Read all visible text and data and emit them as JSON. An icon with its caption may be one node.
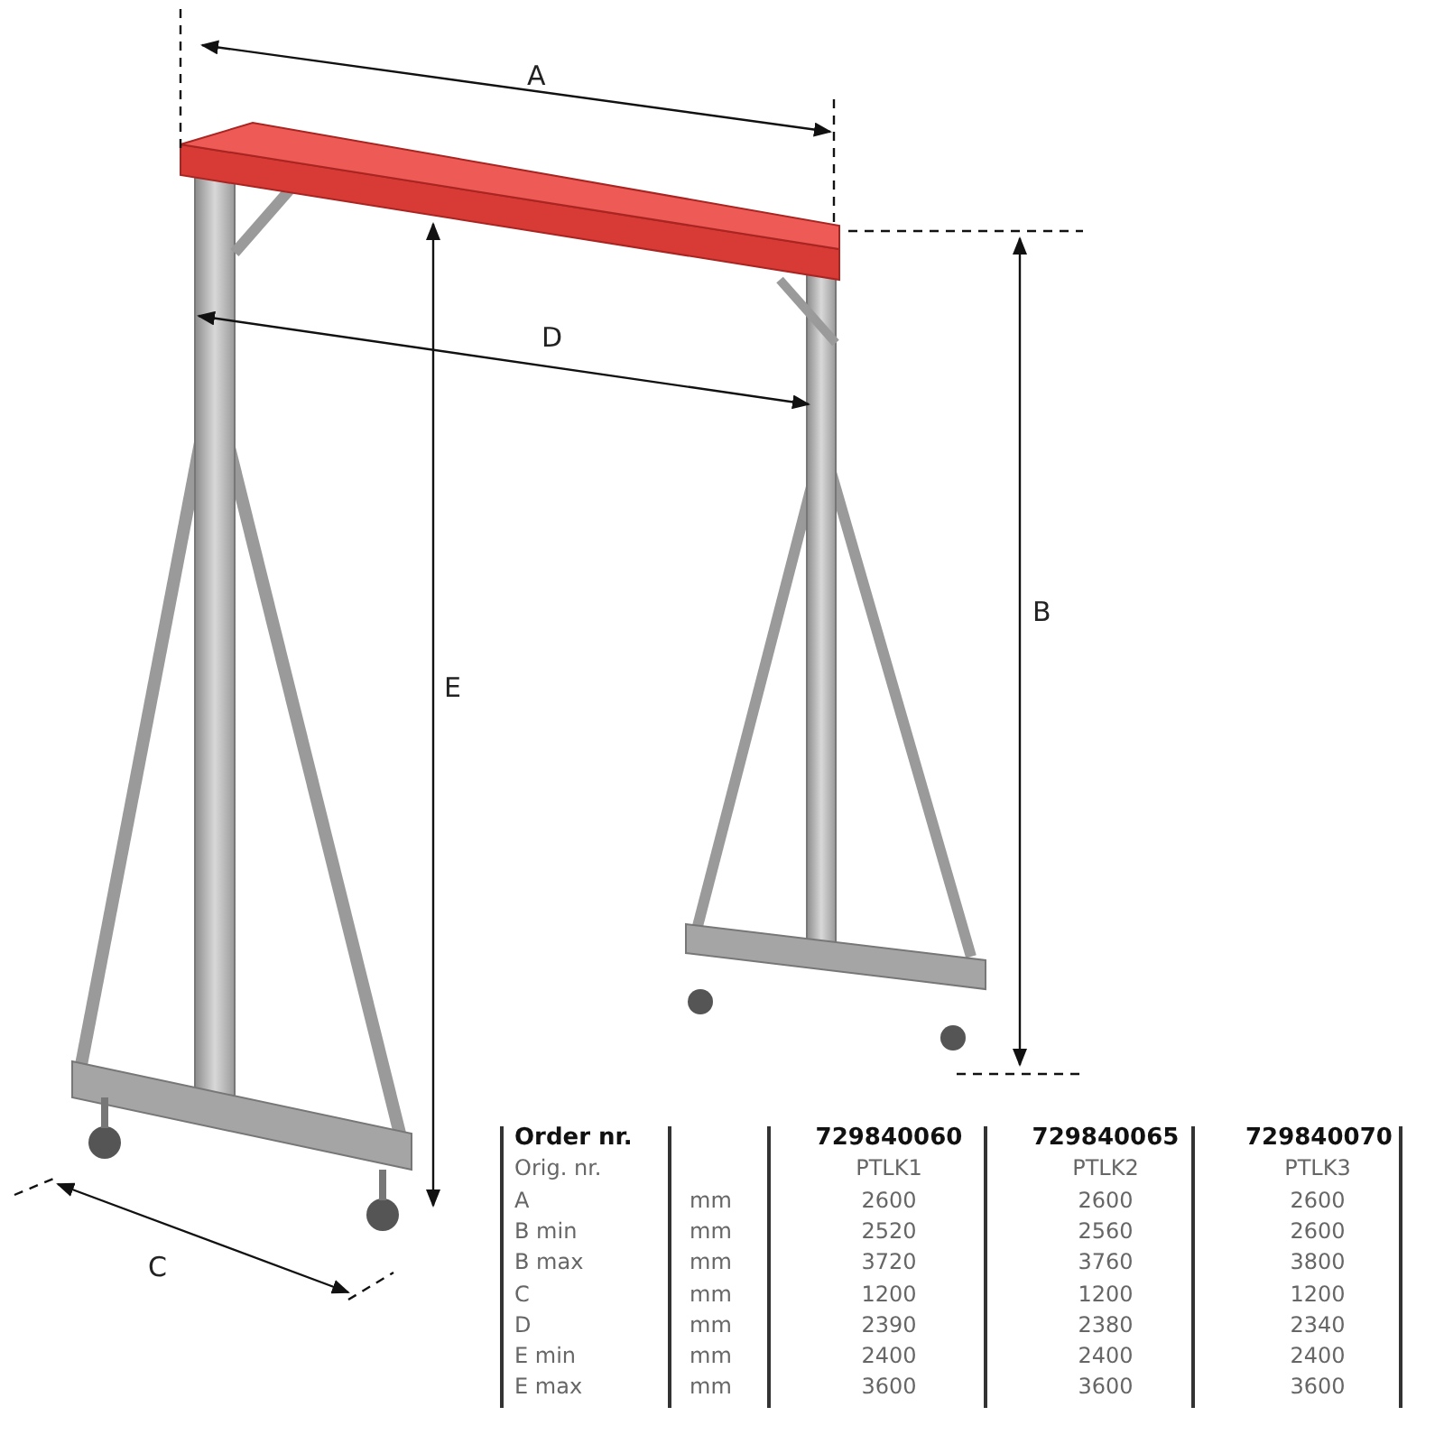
{
  "diagram": {
    "labels": [
      "A",
      "D",
      "B",
      "E",
      "C",
      "Order nr.",
      "729840060",
      "729840065",
      "729840070",
      "Orig. nr.",
      "PTLK1",
      "PTLK2",
      "PTLK3",
      "A",
      "mm",
      "2600",
      "2600",
      "2600",
      "B min",
      "mm",
      "2520",
      "2560",
      "2600",
      "B max",
      "mm",
      "3720",
      "3760",
      "3800",
      "C",
      "mm",
      "1200",
      "1200",
      "1200",
      "D",
      "mm",
      "2390",
      "2380",
      "2340",
      "E min",
      "mm",
      "2400",
      "2400",
      "2400",
      "E max",
      "mm",
      "3600",
      "3600",
      "3600"
    ]
  }
}
